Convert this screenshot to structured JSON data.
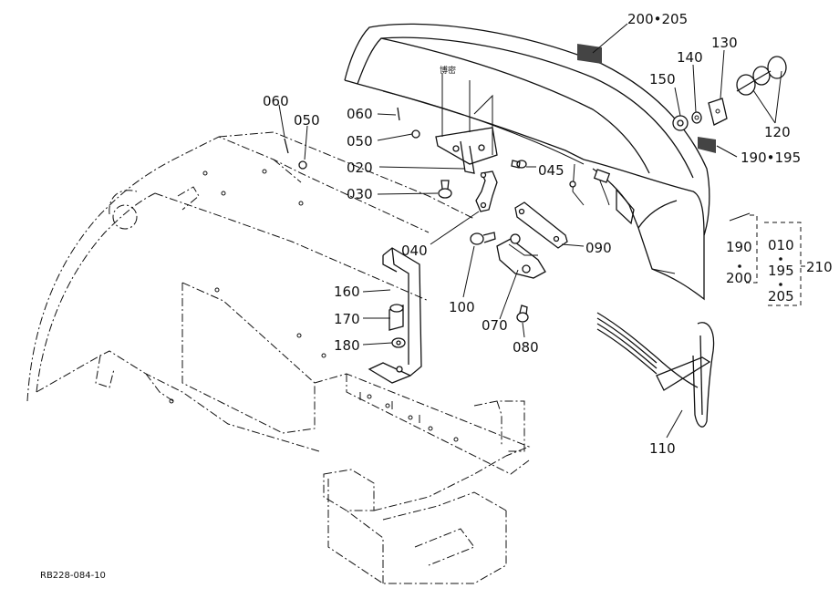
{
  "callouts": {
    "c200_205": "200•205",
    "c130": "130",
    "c140": "140",
    "c150": "150",
    "c120": "120",
    "c060a": "060",
    "c050a": "050",
    "c060b": "060",
    "c050b": "050",
    "c020": "020",
    "c045": "045",
    "c030": "030",
    "c190_195": "190•195",
    "c040": "040",
    "c090": "090",
    "c190": "190",
    "c010": "010",
    "c210": "210",
    "c195": "195",
    "c200": "200",
    "c205": "205",
    "c160": "160",
    "c100": "100",
    "c070": "070",
    "c080": "080",
    "c170": "170",
    "c180": "180",
    "c110": "110"
  },
  "footer": {
    "drawing_code": "RB228-084-10"
  },
  "colors": {
    "ink": "#111111",
    "paper": "#ffffff"
  }
}
